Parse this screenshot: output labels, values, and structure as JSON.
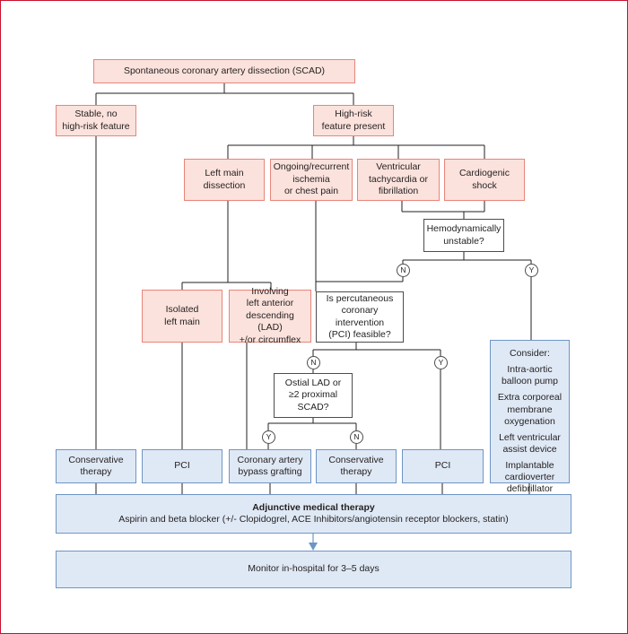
{
  "nodes": {
    "scad": "Spontaneous coronary artery dissection (SCAD)",
    "stable": "Stable, no\nhigh-risk feature",
    "highrisk": "High-risk\nfeature present",
    "leftmain": "Left main\ndissection",
    "ischemia": "Ongoing/recurrent\nischemia\nor chest pain",
    "vt": "Ventricular\ntachycardia or\nfibrillation",
    "shock": "Cardiogenic\nshock",
    "unstable": "Hemodynamically\nunstable?",
    "isolated": "Isolated\nleft main",
    "involving": "Involving\nleft anterior\ndescending (LAD)\n+/or circumflex",
    "pci_feasible": "Is percutaneous\ncoronary\nintervention\n(PCI) feasible?",
    "ostial": "Ostial LAD or\n≥2 proximal\nSCAD?",
    "conservative1": "Conservative\ntherapy",
    "pci1": "PCI",
    "cabg": "Coronary artery\nbypass grafting",
    "conservative2": "Conservative\ntherapy",
    "pci2": "PCI",
    "consider_title": "Consider:",
    "consider_items": [
      "Intra-aortic\nballoon pump",
      "Extra corporeal\nmembrane\noxygenation",
      "Left ventricular\nassist device",
      "Implantable\ncardioverter\ndefibrillator"
    ],
    "adjunctive_title": "Adjunctive medical therapy",
    "adjunctive_text": "Aspirin and  beta blocker (+/- Clopidogrel, ACE Inhibitors/angiotensin receptor blockers, statin)",
    "monitor": "Monitor in-hospital for 3–5 days"
  },
  "decision_labels": {
    "unstable_no": "N",
    "unstable_yes": "Y",
    "pci_no": "N",
    "pci_yes": "Y",
    "ostial_yes": "Y",
    "ostial_no": "N"
  },
  "colors": {
    "frame": "#c8102e",
    "pink_fill": "#fbe2dc",
    "pink_border": "#e8857a",
    "blue_fill": "#dfe9f5",
    "blue_border": "#6e95c4",
    "arrow": "#6e95c4",
    "line": "#231f20"
  }
}
